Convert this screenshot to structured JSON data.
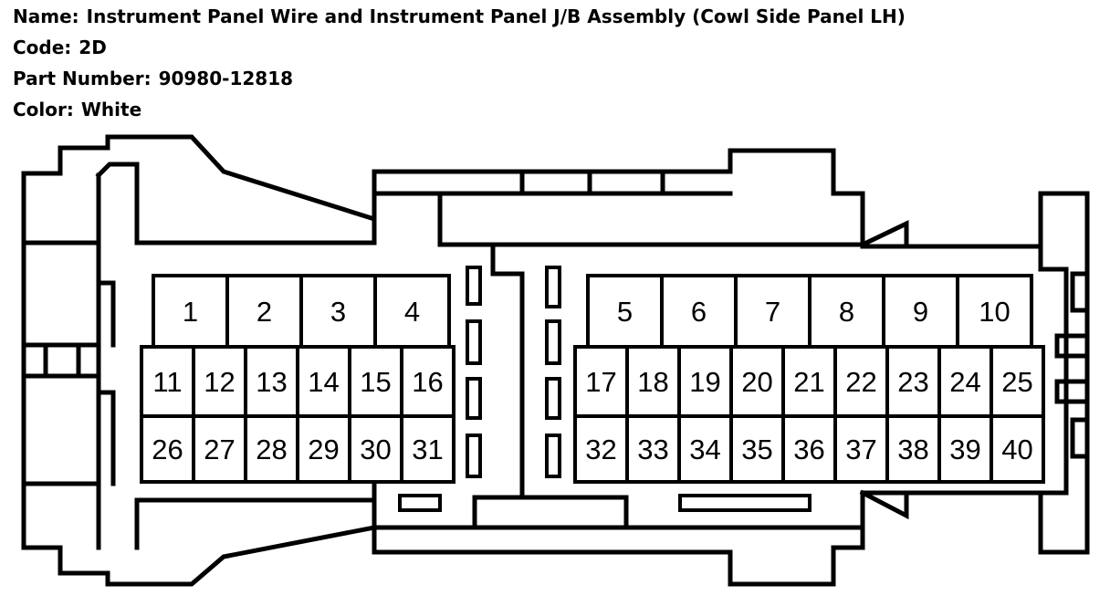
{
  "info": {
    "name_label": "Name:",
    "name_value": "Instrument Panel Wire and Instrument Panel J/B Assembly (Cowl Side Panel LH)",
    "code_label": "Code:",
    "code_value": "2D",
    "part_label": "Part Number:",
    "part_value": "90980-12818",
    "color_label": "Color:",
    "color_value": "White"
  },
  "connector": {
    "top_left_pins": [
      "1",
      "2",
      "3",
      "4"
    ],
    "top_right_pins": [
      "5",
      "6",
      "7",
      "8",
      "9",
      "10"
    ],
    "mid_left_pins": [
      "11",
      "12",
      "13",
      "14",
      "15",
      "16"
    ],
    "mid_right_pins": [
      "17",
      "18",
      "19",
      "20",
      "21",
      "22",
      "23",
      "24",
      "25"
    ],
    "bottom_left_pins": [
      "26",
      "27",
      "28",
      "29",
      "30",
      "31"
    ],
    "bottom_right_pins": [
      "32",
      "33",
      "34",
      "35",
      "36",
      "37",
      "38",
      "39",
      "40"
    ]
  }
}
